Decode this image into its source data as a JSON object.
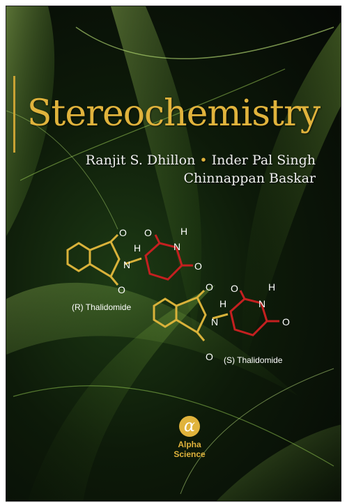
{
  "book": {
    "title": "Stereochemistry",
    "authors": {
      "author1": "Ranjit S. Dhillon",
      "separator": "•",
      "author2": "Inder Pal Singh",
      "author3": "Chinnappan Baskar"
    },
    "molecules": {
      "r_label": "(R) Thalidomide",
      "s_label": "(S) Thalidomide",
      "atom_O": "O",
      "atom_N": "N",
      "atom_H": "H"
    },
    "publisher": {
      "logo_glyph": "α",
      "line1": "Alpha",
      "line2": "Science"
    }
  },
  "colors": {
    "title": "#e0b33c",
    "ring_yellow": "#d9b23a",
    "ring_red": "#c42020",
    "atom_white": "#ffffff",
    "leaf_green": "#8fce45"
  }
}
